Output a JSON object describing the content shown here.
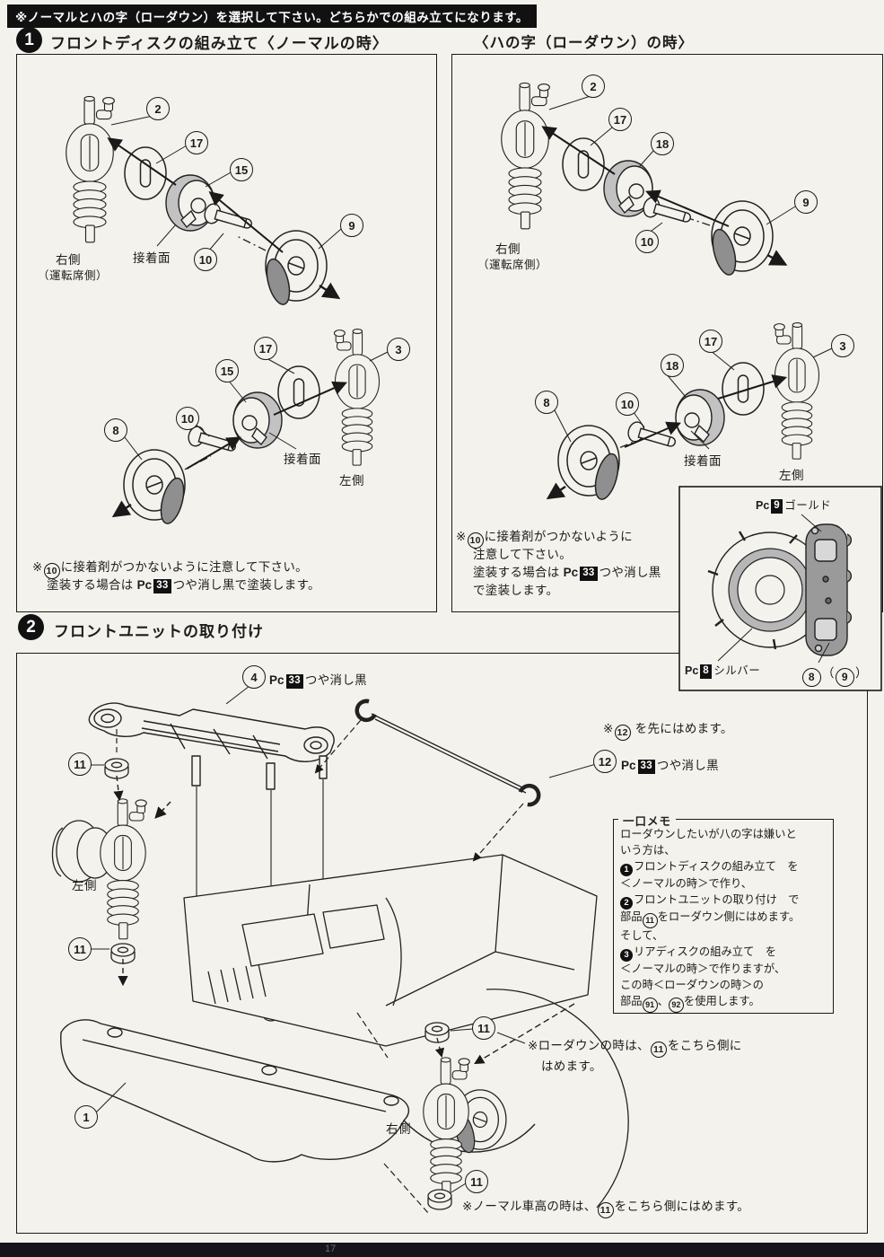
{
  "banner": "※ノーマルとハの字（ローダウン）を選択して下さい。どちらかでの組み立てになります。",
  "footer": {
    "page": "17"
  },
  "step1": {
    "num": "1",
    "title": "フロントディスクの組み立て〈ノーマルの時〉",
    "alt_title": "〈ハの字（ローダウン）の時〉"
  },
  "step2": {
    "num": "2",
    "title": "フロントユニットの取り付け"
  },
  "labels": {
    "right_side": "右側",
    "right_side_sub": "（運転席側）",
    "left_side": "左側",
    "glue_face": "接着面",
    "pc": "Pc"
  },
  "parts": {
    "p1": "1",
    "p2": "2",
    "p3": "3",
    "p4": "4",
    "p8": "8",
    "p9": "9",
    "p10": "10",
    "p11": "11",
    "p12": "12",
    "p15": "15",
    "p17": "17",
    "p18": "18",
    "p91": "91",
    "p92": "92"
  },
  "paints": {
    "c33": "33",
    "c9": "9",
    "c8": "8",
    "matte_black": "つや消し黒",
    "gold": "ゴールド",
    "silver": "シルバー"
  },
  "notes": {
    "asterisk": "※",
    "glue_caution": "に接着剤がつかないように注意して下さい。",
    "glue_caution_a": "に接着剤がつかないように",
    "glue_caution_b": "注意して下さい。",
    "paint_pre": "塗装する場合は",
    "paint_post": "つや消し黒で塗装します。",
    "paint_post_a": "つや消し黒",
    "paint_post_b": "で塗装します。",
    "fit_first": " を先にはめます。",
    "lowdown_a": "※ローダウンの時は、",
    "lowdown_b": "をこちら側に",
    "lowdown_c": "はめます。",
    "normal_a": "※ノーマル車高の時は、",
    "normal_b": "をこちら側にはめます。",
    "paren_open": "（",
    "paren_close": "）"
  },
  "memo": {
    "title": "一口メモ",
    "l1": "ローダウンしたいが八の字は嫌いと",
    "l2": "いう方は、",
    "b1": "1",
    "l3": "フロントディスクの組み立て　を",
    "l4": "＜ノーマルの時＞で作り、",
    "b2": "2",
    "l5": "フロントユニットの取り付け　で",
    "l6a": "部品",
    "l6b": "をローダウン側にはめます。",
    "l7": "そして、",
    "b3": "3",
    "l8": "リアディスクの組み立て　を",
    "l9": "＜ノーマルの時＞で作りますが、",
    "l10": "この時＜ローダウンの時＞の",
    "l11a": "部品",
    "l11b": "、",
    "l11c": "を使用します。"
  }
}
